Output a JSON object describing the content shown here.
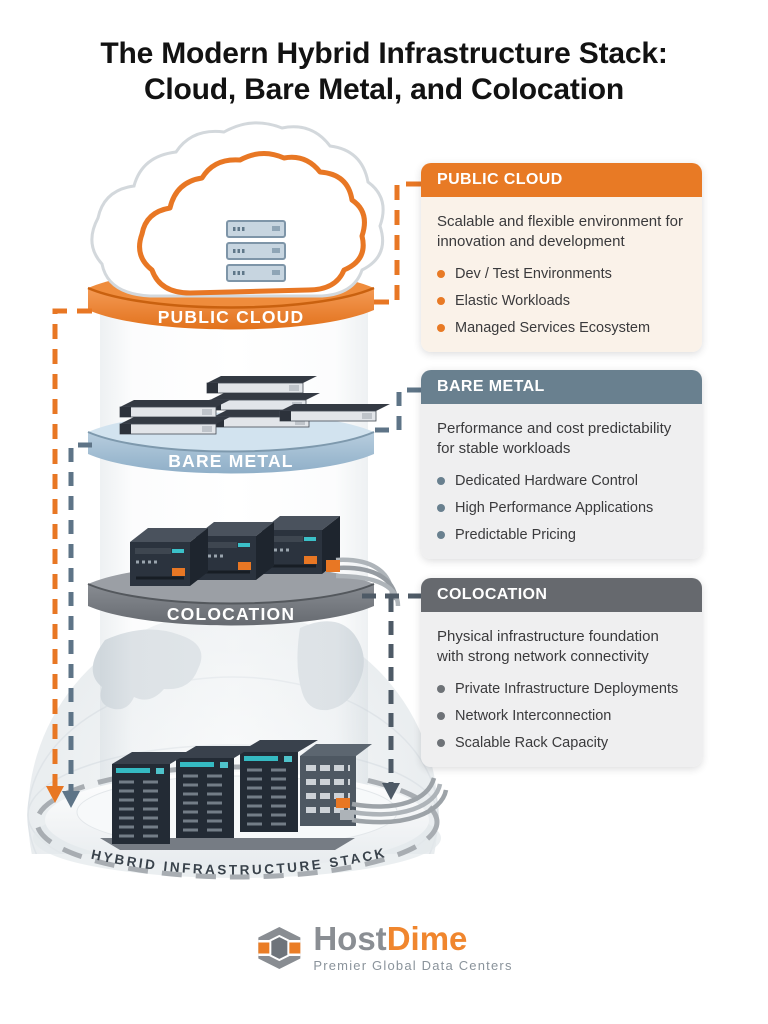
{
  "title": {
    "line1": "The Modern Hybrid Infrastructure Stack:",
    "line2": "Cloud, Bare Metal, and Colocation"
  },
  "stack": {
    "layers": [
      {
        "label": "PUBLIC CLOUD"
      },
      {
        "label": "BARE METAL"
      },
      {
        "label": "COLOCATION"
      }
    ],
    "base_label": "HYBRID INFRASTRUCTURE STACK"
  },
  "cards": [
    {
      "title": "PUBLIC CLOUD",
      "description": "Scalable and flexible environment for innovation and development",
      "bullets": [
        "Dev / Test Environments",
        "Elastic Workloads",
        "Managed Services Ecosystem"
      ]
    },
    {
      "title": "BARE METAL",
      "description": "Performance and cost predictability for stable workloads",
      "bullets": [
        "Dedicated Hardware Control",
        "High Performance Applications",
        "Predictable Pricing"
      ]
    },
    {
      "title": "COLOCATION",
      "description": "Physical infrastructure foundation with strong network connectivity",
      "bullets": [
        "Private Infrastructure Deployments",
        "Network Interconnection",
        "Scalable Rack Capacity"
      ]
    }
  ],
  "logo": {
    "name_part1": "Host",
    "name_part2": "Dime",
    "tagline": "Premier Global Data Centers"
  },
  "colors": {
    "accent_orange": "#E87A25",
    "accent_slate": "#69808F",
    "accent_dark_gray": "#66696E",
    "connector_dark": "#4E5A66",
    "card_body_warm": "#FAF2E9",
    "card_body_gray": "#EFEFF0"
  }
}
